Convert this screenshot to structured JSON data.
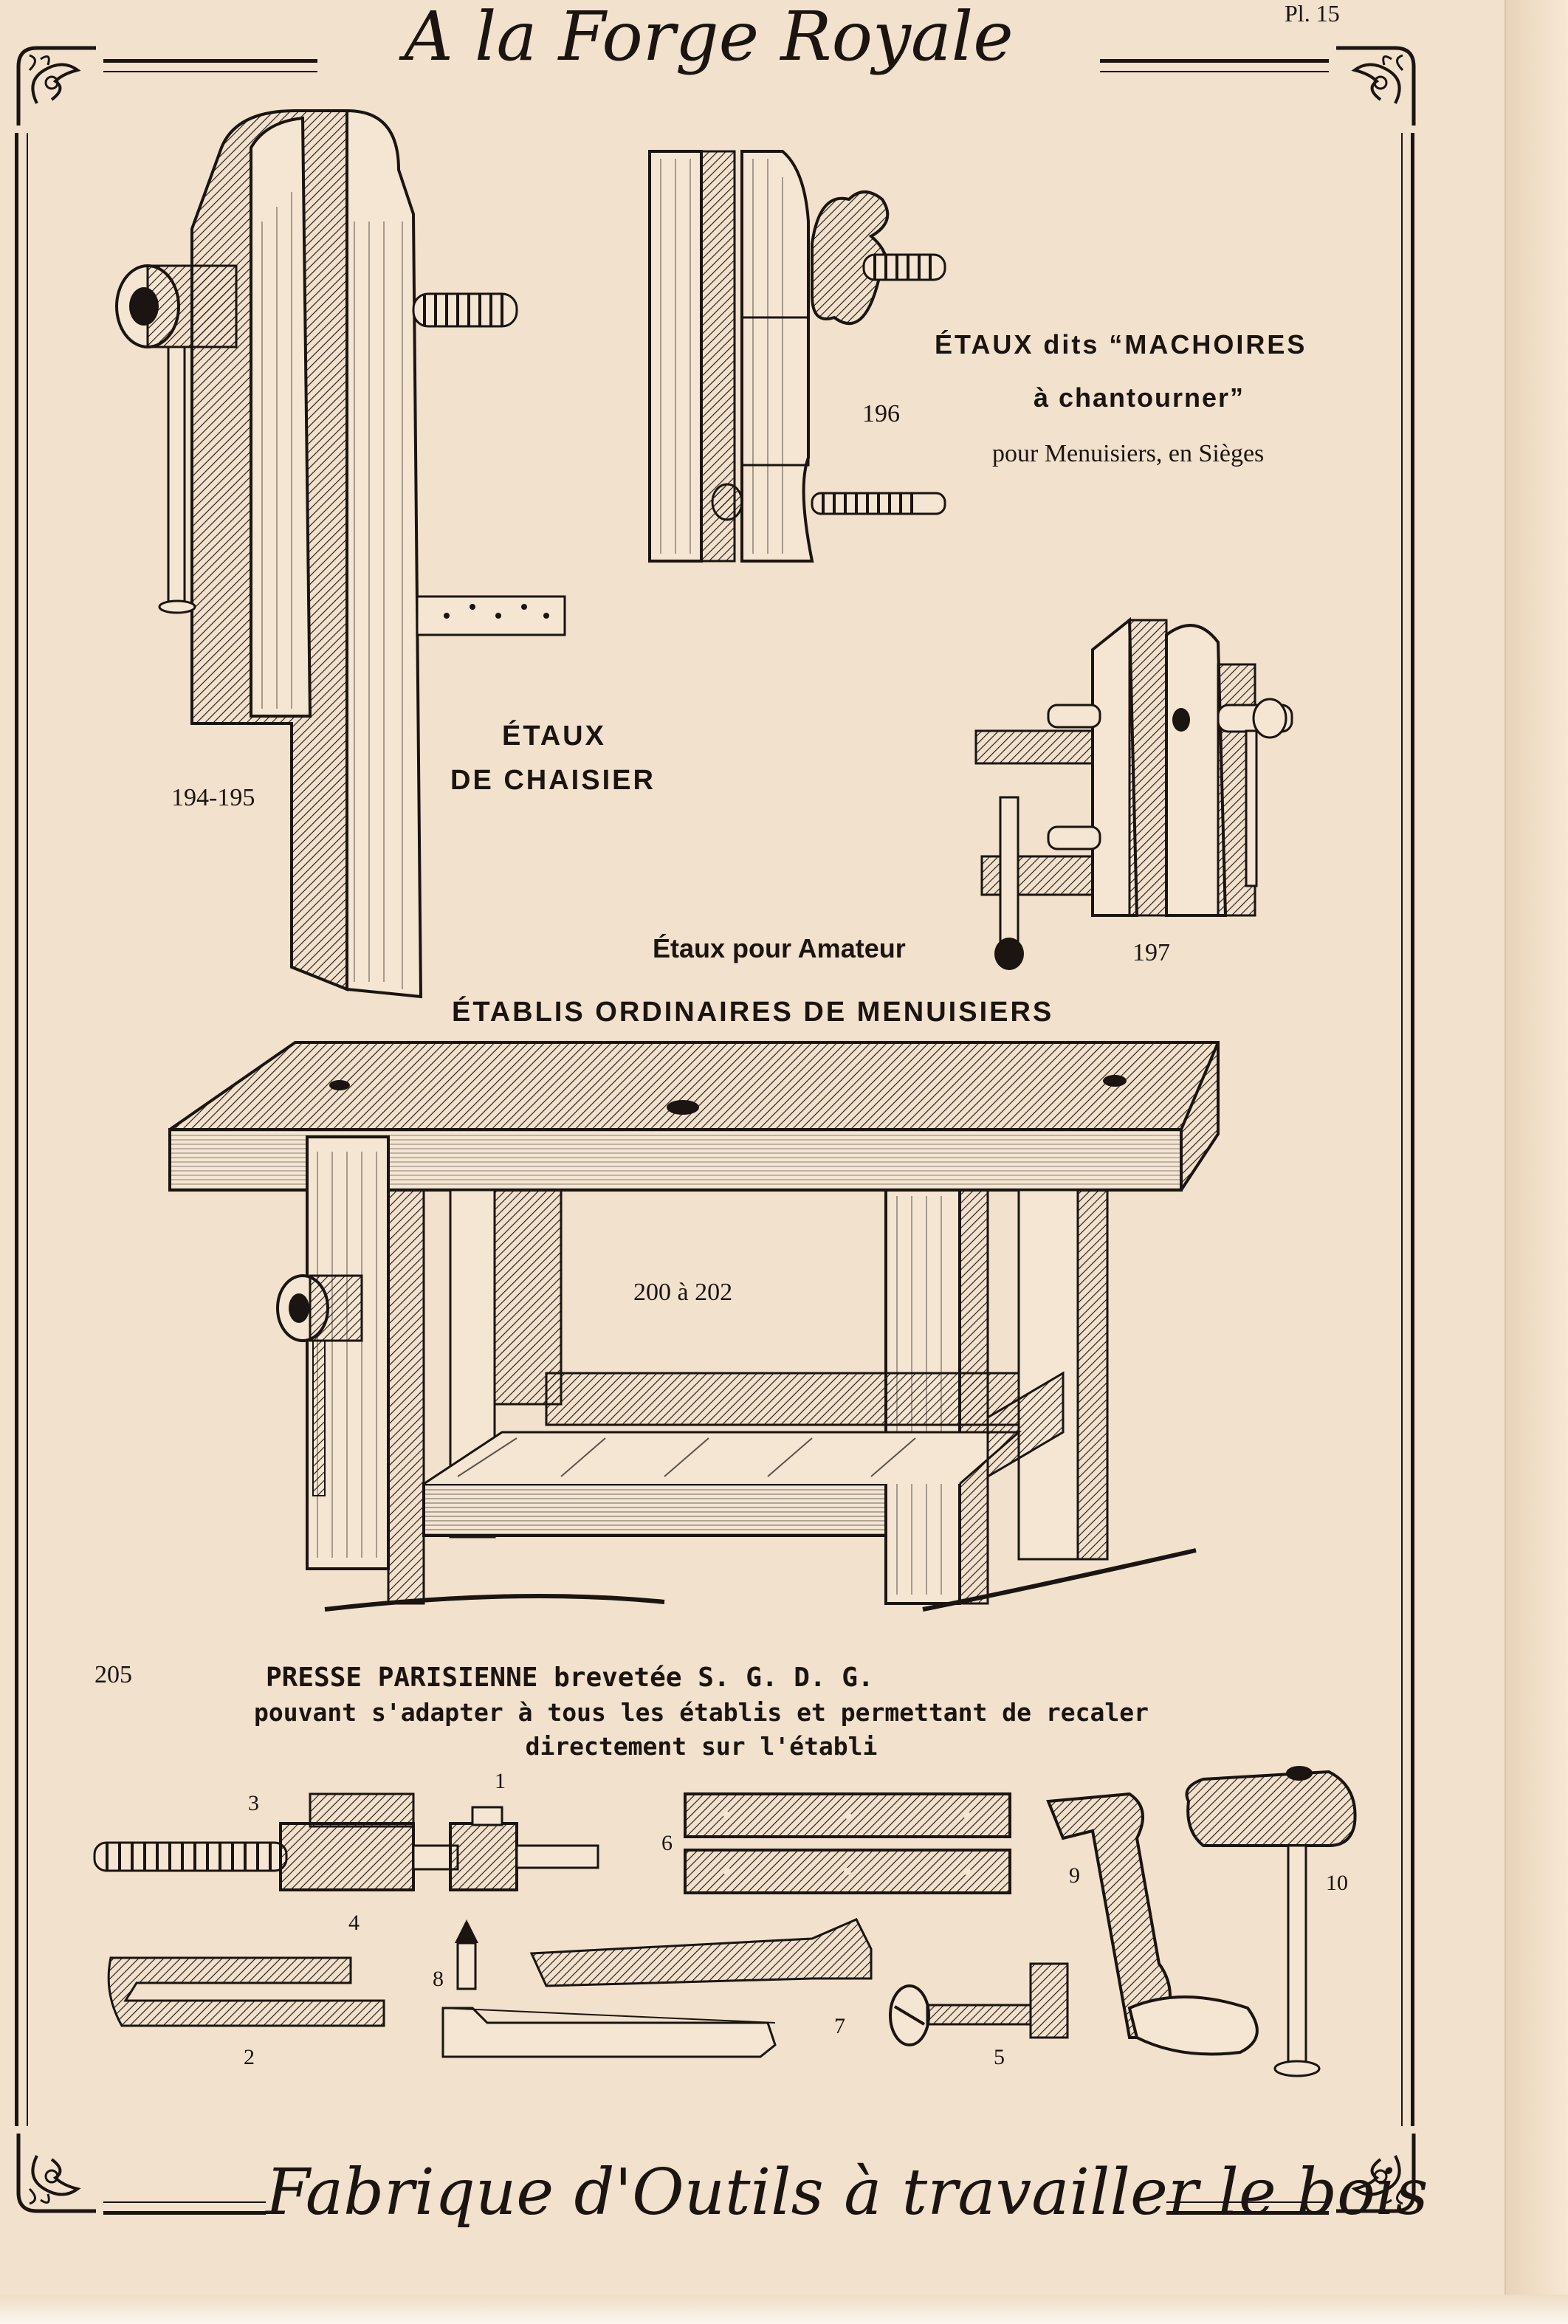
{
  "header": {
    "title": "A la Forge Royale",
    "plate": "Pl. 15"
  },
  "footer": {
    "title": "Fabrique d'Outils à travailler le bois"
  },
  "items": {
    "vise_chair": {
      "title_line1": "ÉTAUX",
      "title_line2": "DE CHAISIER",
      "ref": "194-195"
    },
    "vise_196": {
      "title_line1": "ÉTAUX dits “MACHOIRES",
      "title_line2": "à chantourner”",
      "subtitle": "pour Menuisiers, en Sièges",
      "ref": "196"
    },
    "vise_amateur": {
      "title": "Étaux pour Amateur",
      "ref": "197"
    },
    "workbench": {
      "title": "ÉTABLIS ORDINAIRES DE MENUISIERS",
      "ref": "200 à 202"
    },
    "press": {
      "ref": "205",
      "title": "PRESSE PARISIENNE brevetée S. G. D. G.",
      "desc_line1": "pouvant s'adapter à tous les établis et permettant de recaler",
      "desc_line2": "directement sur l'établi"
    }
  },
  "parts": [
    "1",
    "2",
    "3",
    "4",
    "5",
    "6",
    "7",
    "8",
    "9",
    "10"
  ],
  "colors": {
    "paper": "#f1e1cd",
    "ink": "#1b1410"
  }
}
